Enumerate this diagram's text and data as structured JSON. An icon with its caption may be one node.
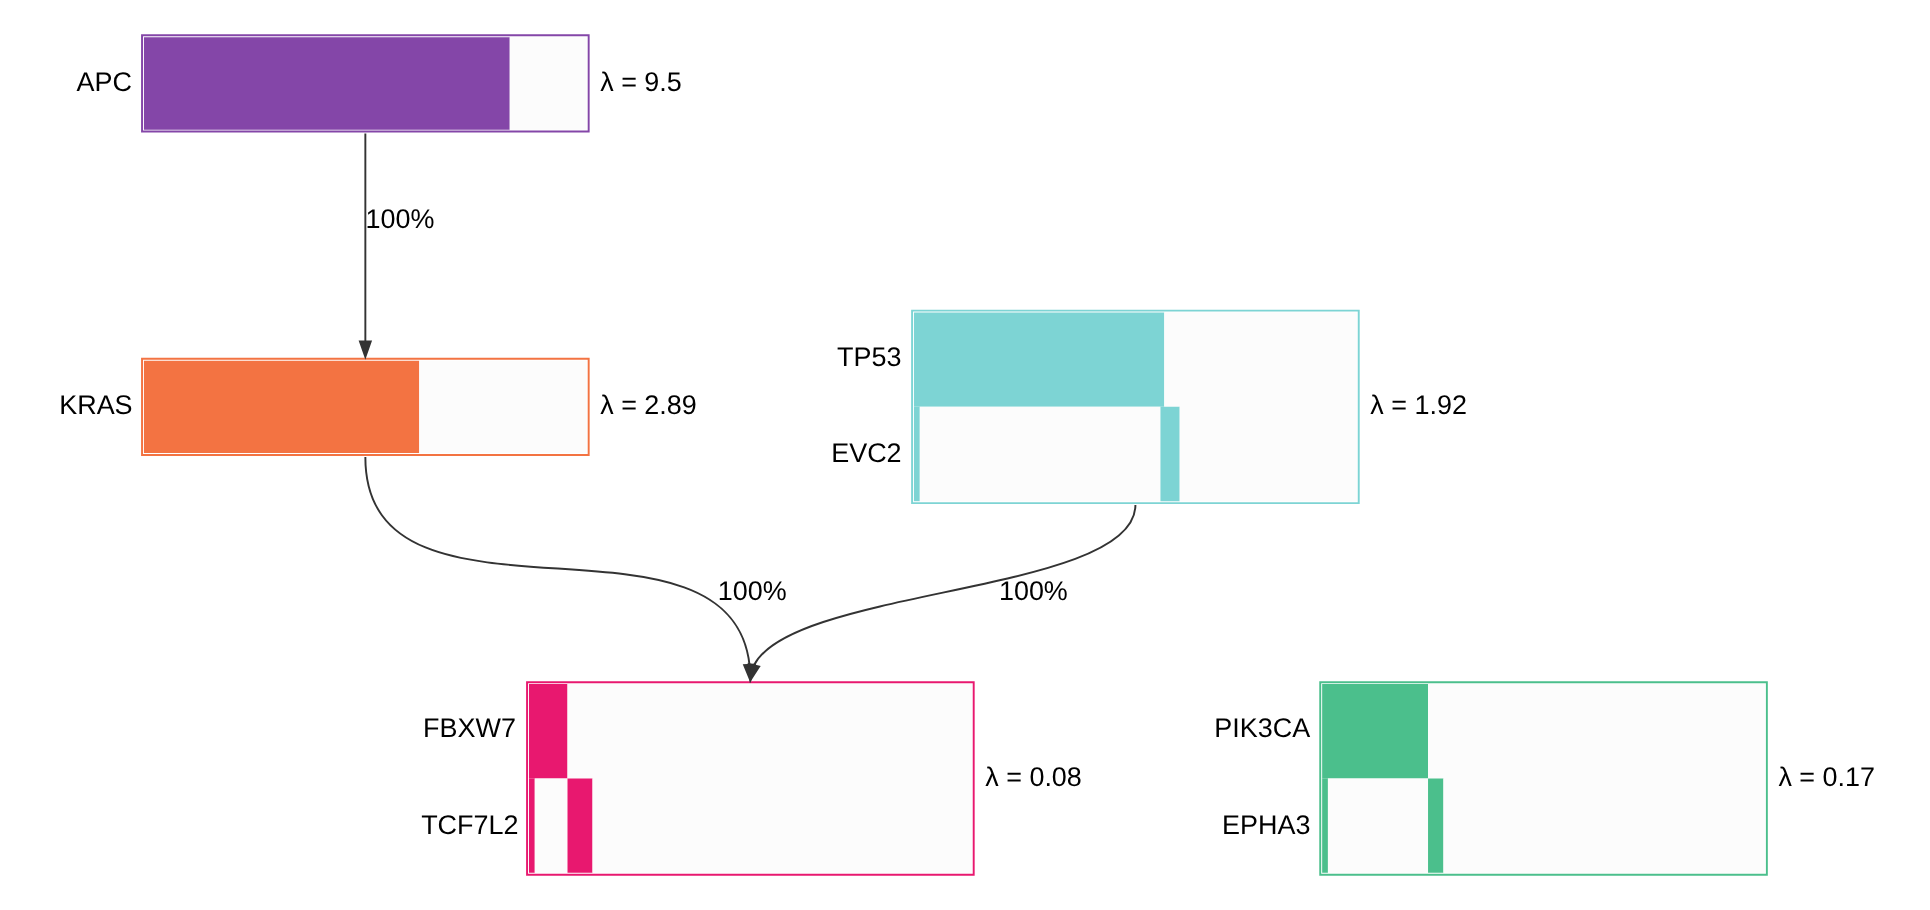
{
  "diagram": {
    "nodes": [
      {
        "text": [
          "APC"
        ],
        "beside": [
          "λ = 9.5"
        ]
      },
      {
        "text": [
          "KRAS"
        ],
        "beside": [
          "λ = 2.89"
        ]
      },
      {
        "text": [
          "TP53",
          "EVC2"
        ],
        "beside": [
          "λ = 1.92"
        ]
      },
      {
        "text": [
          "PIK3CA",
          "EPHA3"
        ],
        "beside": [
          "λ = 0.17"
        ]
      },
      {
        "text": [
          "FBXW7",
          "TCF7L2"
        ],
        "beside": [
          "λ = 0.08"
        ]
      }
    ],
    "edges": [
      {
        "from": 0,
        "to": 1,
        "arrow": "to",
        "label": "100%"
      },
      {
        "from": 1,
        "to": 4,
        "arrow": "to",
        "label": "100%"
      },
      {
        "from": 2,
        "to": 4,
        "arrow": "to",
        "label": "100%"
      }
    ]
  }
}
